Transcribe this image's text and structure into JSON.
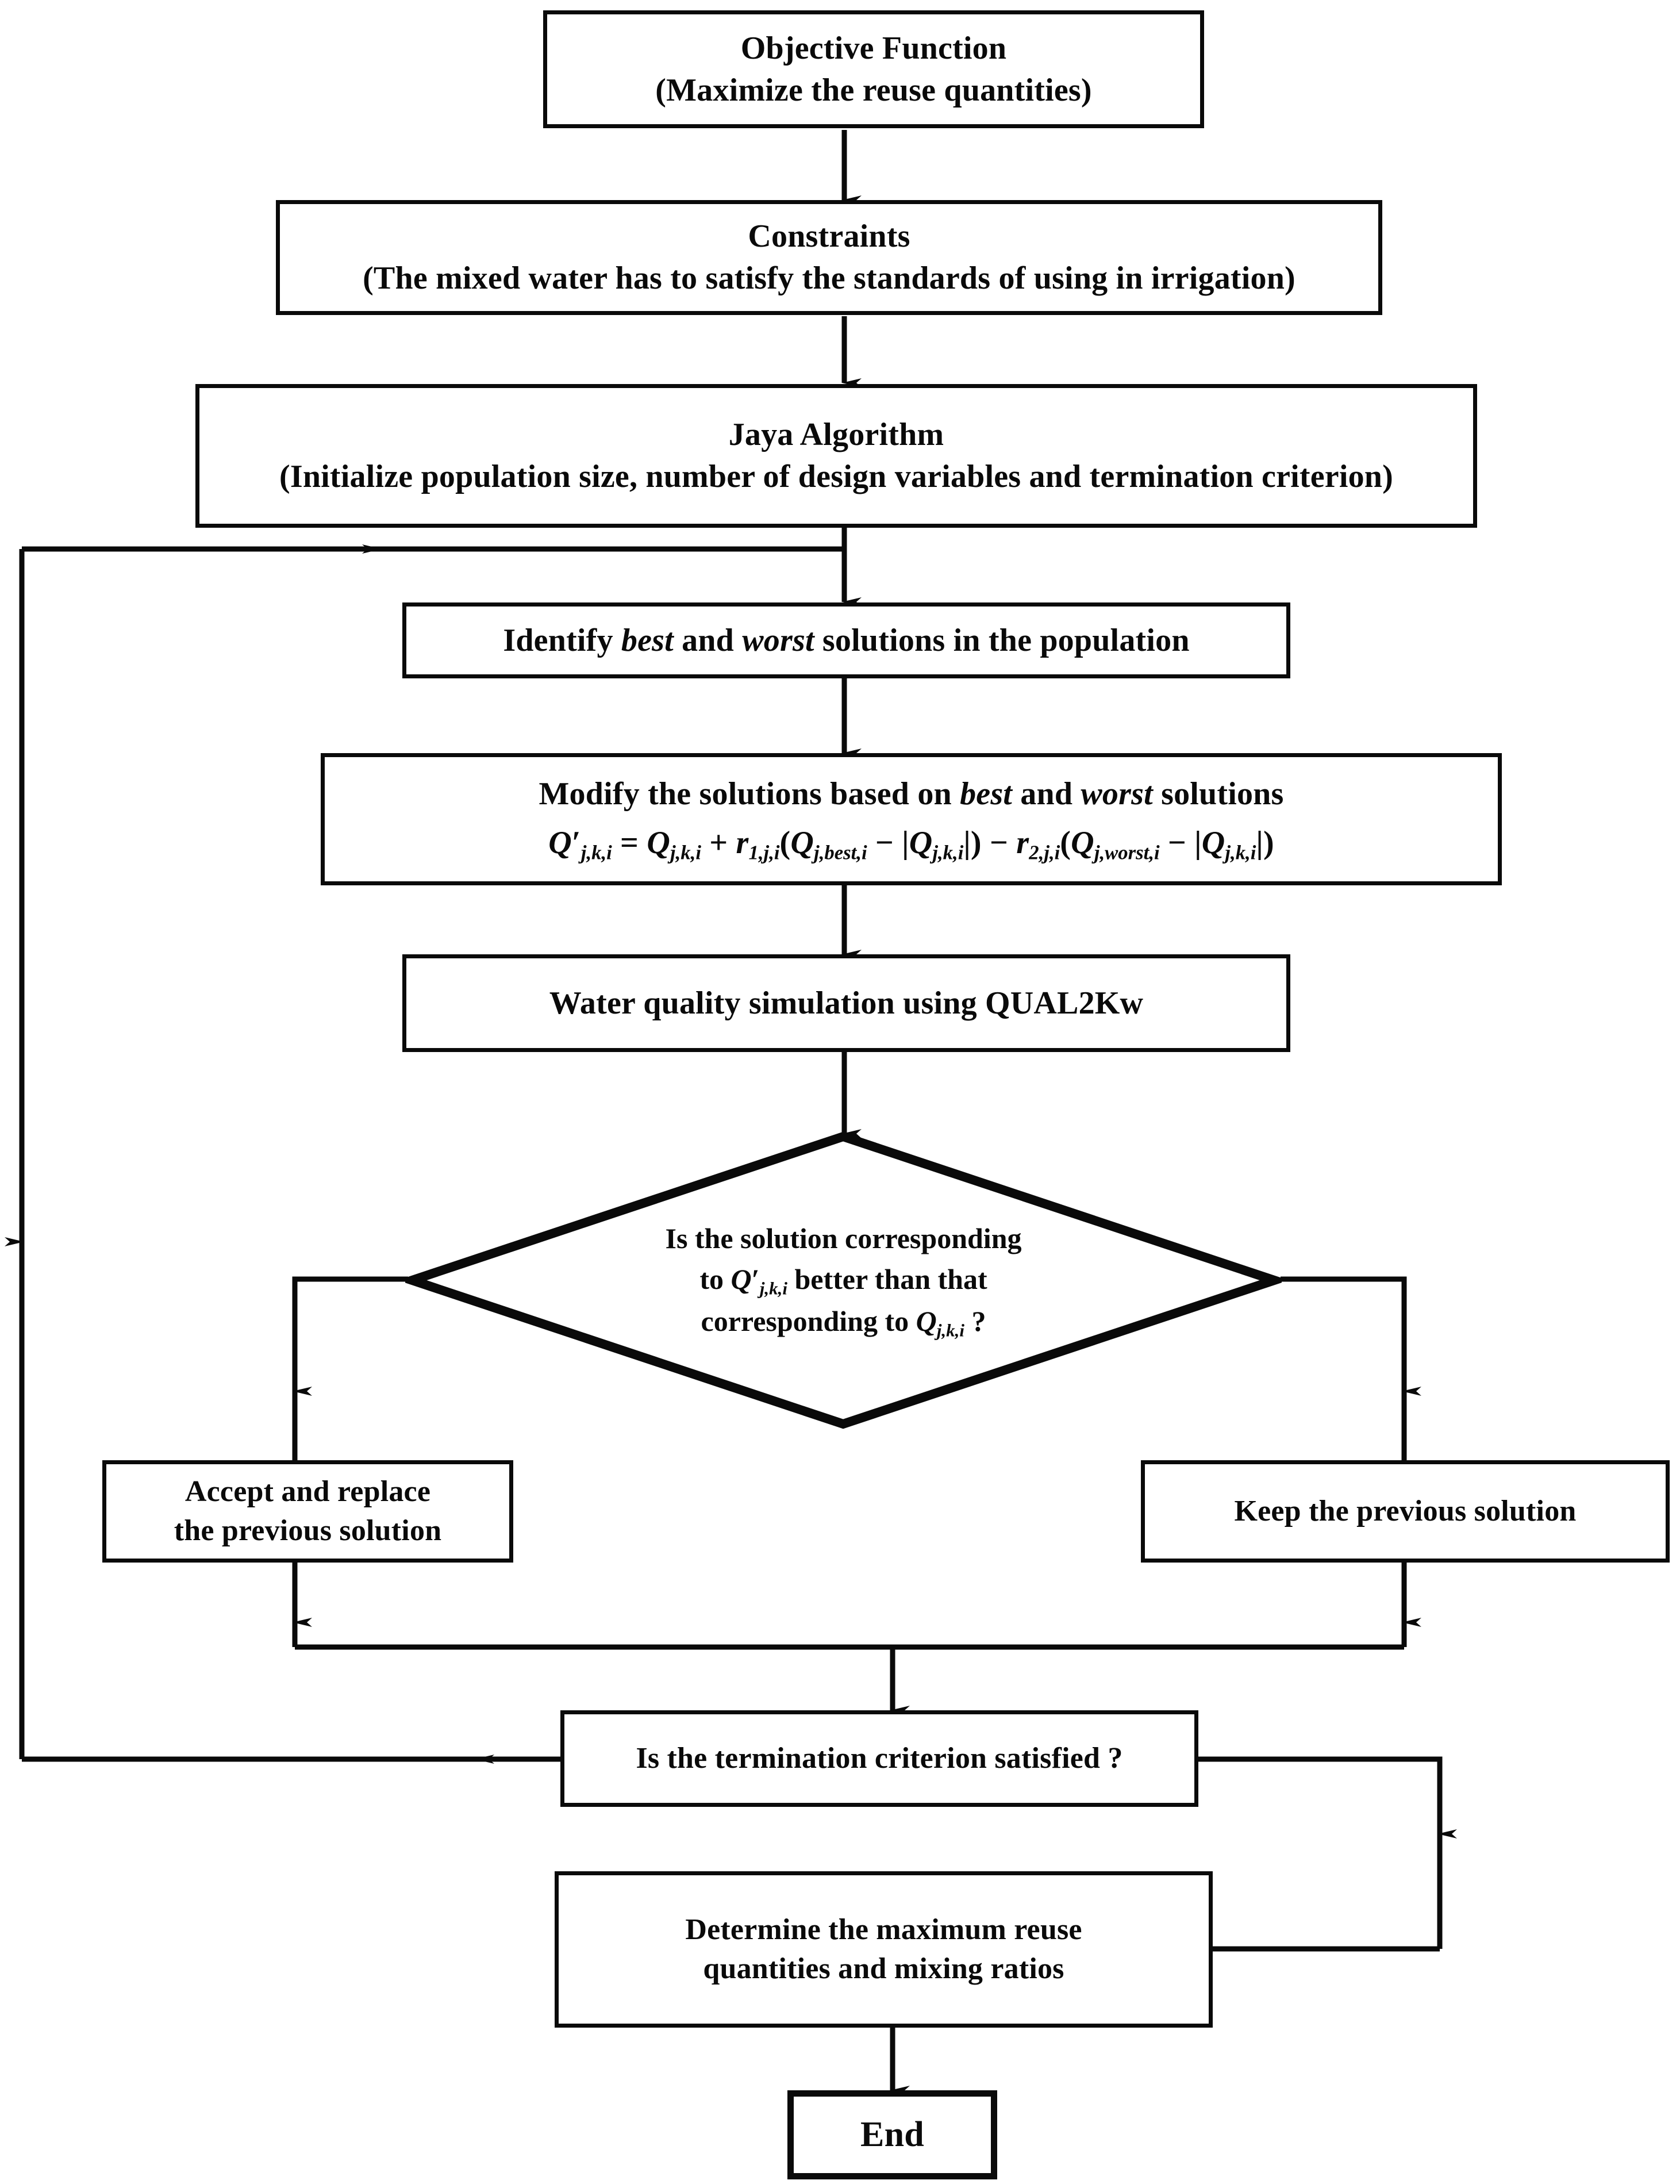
{
  "diagram": {
    "title": "Jaya Algorithm optimisation flowchart for wastewater reuse",
    "type": "flowchart",
    "line_color": "#0a0a0a",
    "fill_color": "#ffffff"
  },
  "nodes": {
    "objective": {
      "shape": "process",
      "line1": "Objective Function",
      "line2": "(Maximize the reuse quantities)"
    },
    "constraints": {
      "shape": "process",
      "line1": "Constraints",
      "line2": "(The mixed water has to satisfy the standards of using in irrigation)"
    },
    "jaya": {
      "shape": "process",
      "line1": "Jaya Algorithm",
      "line2": "(Initialize population size, number of design variables and termination criterion)"
    },
    "identify": {
      "shape": "process",
      "pre": "Identify ",
      "em1": "best",
      "mid": " and ",
      "em2": "worst",
      "post": " solutions in the population"
    },
    "modify": {
      "shape": "process",
      "pre": "Modify the solutions based on ",
      "em1": "best",
      "mid": " and ",
      "em2": "worst",
      "post": " solutions",
      "formula": {
        "lhs_var": "Q",
        "lhs_prime": "′",
        "lhs_sub": "j,k,i",
        "eq": " = ",
        "t1_var": "Q",
        "t1_sub": "j,k,i",
        "plus": " + ",
        "r1_var": "r",
        "r1_sub": "1,j,i",
        "open1": "(",
        "t2_var": "Q",
        "t2_sub": "j,best,i",
        "minus1": " − ",
        "abs1_open": "|",
        "t3_var": "Q",
        "t3_sub": "j,k,i",
        "abs1_close": "|",
        "close1": ")",
        "minus2": " − ",
        "r2_var": "r",
        "r2_sub": "2,j,i",
        "open2": "(",
        "t4_var": "Q",
        "t4_sub": "j,worst,i",
        "minus3": " − ",
        "abs2_open": "|",
        "t5_var": "Q",
        "t5_sub": "j,k,i",
        "abs2_close": "|",
        "close2": ")",
        "plain": "Q′j,k,i = Qj,k,i + r1,j,i(Qj,best,i − |Qj,k,i|) − r2,j,i(Qj,worst,i − |Qj,k,i|)"
      }
    },
    "simulation": {
      "shape": "process",
      "text": "Water quality simulation using QUAL2Kw"
    },
    "decision": {
      "shape": "decision",
      "line1": "Is the solution corresponding",
      "line2_pre": "to ",
      "line2_var": "Q",
      "line2_prime": "′",
      "line2_sub": "j,k,i",
      "line2_post": " better than that",
      "line3_pre": "corresponding to ",
      "line3_var": "Q",
      "line3_sub": "j,k,i",
      "line3_post": " ?"
    },
    "accept": {
      "shape": "process",
      "line1": "Accept and replace",
      "line2": "the previous solution"
    },
    "keep": {
      "shape": "process",
      "text": "Keep the previous solution"
    },
    "termination": {
      "shape": "process",
      "text": "Is the termination criterion satisfied ?"
    },
    "determine": {
      "shape": "process",
      "line1": "Determine the maximum reuse",
      "line2": "quantities and mixing ratios"
    },
    "end": {
      "shape": "terminator",
      "text": "End"
    }
  },
  "edges": [
    {
      "from": "objective",
      "to": "constraints",
      "label": ""
    },
    {
      "from": "constraints",
      "to": "jaya",
      "label": ""
    },
    {
      "from": "jaya",
      "to": "identify",
      "label": ""
    },
    {
      "from": "identify",
      "to": "modify",
      "label": ""
    },
    {
      "from": "modify",
      "to": "simulation",
      "label": ""
    },
    {
      "from": "simulation",
      "to": "decision",
      "label": ""
    },
    {
      "from": "decision",
      "to": "accept",
      "label": ""
    },
    {
      "from": "decision",
      "to": "keep",
      "label": ""
    },
    {
      "from": "accept",
      "to": "termination",
      "label": ""
    },
    {
      "from": "keep",
      "to": "termination",
      "label": ""
    },
    {
      "from": "termination",
      "to": "identify",
      "label": ""
    },
    {
      "from": "termination",
      "to": "determine",
      "label": ""
    },
    {
      "from": "determine",
      "to": "end",
      "label": ""
    }
  ]
}
